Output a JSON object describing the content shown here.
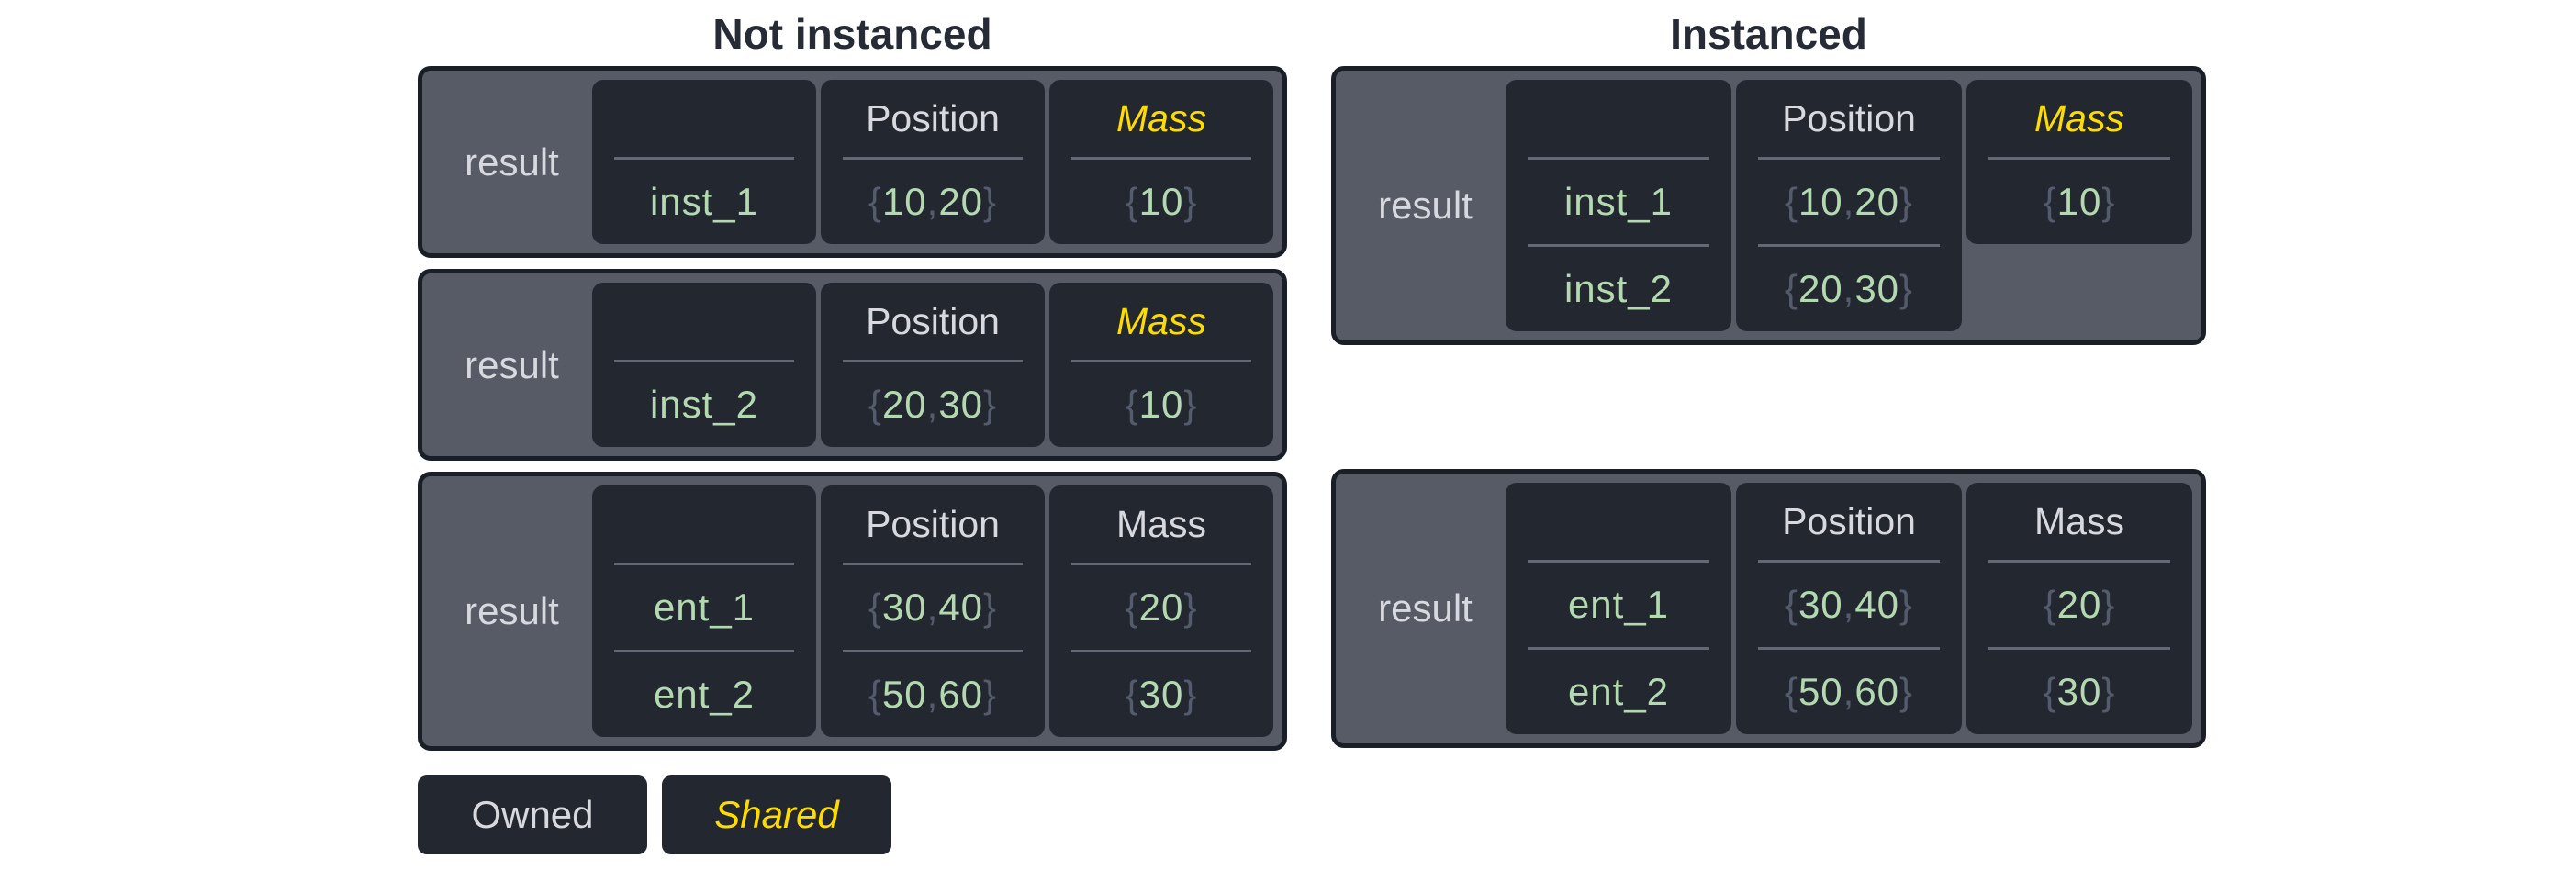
{
  "sections": [
    {
      "id": "not-instanced",
      "title": "Not instanced",
      "tables": [
        {
          "row_label": "result",
          "columns": [
            {
              "header": "",
              "shared": false,
              "values": [
                "inst_1"
              ]
            },
            {
              "header": "Position",
              "shared": false,
              "values": [
                "{10, 20}"
              ]
            },
            {
              "header": "Mass",
              "shared": true,
              "values": [
                "{10}"
              ]
            }
          ]
        },
        {
          "row_label": "result",
          "columns": [
            {
              "header": "",
              "shared": false,
              "values": [
                "inst_2"
              ]
            },
            {
              "header": "Position",
              "shared": false,
              "values": [
                "{20, 30}"
              ]
            },
            {
              "header": "Mass",
              "shared": true,
              "values": [
                "{10}"
              ]
            }
          ]
        },
        {
          "row_label": "result",
          "columns": [
            {
              "header": "",
              "shared": false,
              "values": [
                "ent_1",
                "ent_2"
              ]
            },
            {
              "header": "Position",
              "shared": false,
              "values": [
                "{30, 40}",
                "{50, 60}"
              ]
            },
            {
              "header": "Mass",
              "shared": false,
              "values": [
                "{20}",
                "{30}"
              ]
            }
          ]
        }
      ]
    },
    {
      "id": "instanced",
      "title": "Instanced",
      "tables": [
        {
          "row_label": "result",
          "columns": [
            {
              "header": "",
              "shared": false,
              "values": [
                "inst_1",
                "inst_2"
              ]
            },
            {
              "header": "Position",
              "shared": false,
              "values": [
                "{10, 20}",
                "{20, 30}"
              ]
            },
            {
              "header": "Mass",
              "shared": true,
              "values": [
                "{10}"
              ]
            }
          ]
        },
        {
          "row_label": "result",
          "columns": [
            {
              "header": "",
              "shared": false,
              "values": [
                "ent_1",
                "ent_2"
              ]
            },
            {
              "header": "Position",
              "shared": false,
              "values": [
                "{30, 40}",
                "{50, 60}"
              ]
            },
            {
              "header": "Mass",
              "shared": false,
              "values": [
                "{20}",
                "{30}"
              ]
            }
          ]
        }
      ]
    }
  ],
  "legend": [
    {
      "label": "Owned",
      "shared": false
    },
    {
      "label": "Shared",
      "shared": true
    }
  ],
  "colors": {
    "page_bg": "#ffffff",
    "title_dark": "#262b36",
    "table_bg": "#565b66",
    "border_dark": "#1a1e26",
    "cell_bg": "#23272f",
    "text_light": "#d7d9de",
    "value_green": "#b3d9b0",
    "punct_gray": "#535b6c",
    "divider": "#636974",
    "shared_yellow": "#ffdc00"
  }
}
